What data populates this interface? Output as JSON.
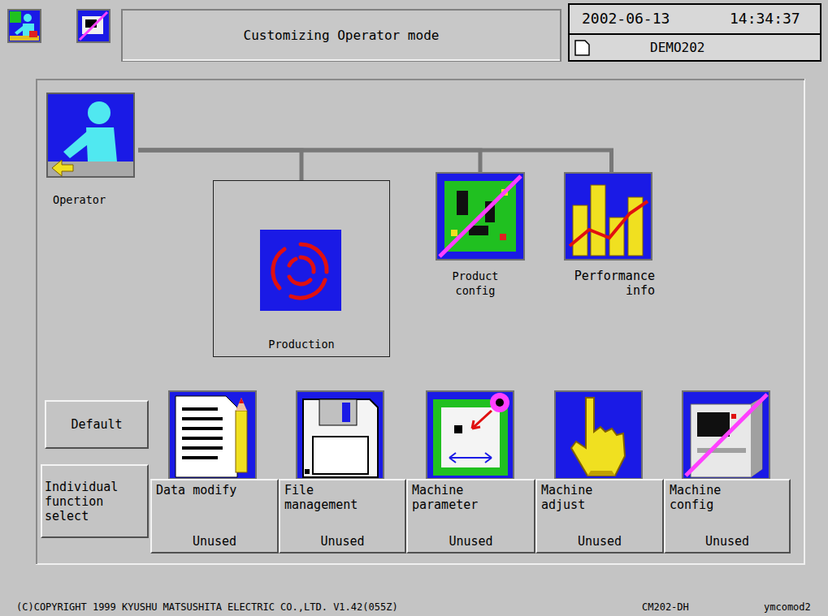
{
  "diagram": {
    "title": "Customizing Operator mode",
    "nodes": [
      {
        "text": [
          "Operator"
        ]
      },
      {
        "text": [
          "Production"
        ]
      },
      {
        "text": [
          "Product config"
        ]
      },
      {
        "text": [
          "Performance info"
        ]
      },
      {
        "text": [
          "Default"
        ]
      },
      {
        "text": [
          "Individual function select"
        ]
      },
      {
        "text": [
          "Data modify",
          "Unused"
        ]
      },
      {
        "text": [
          "File management",
          "Unused"
        ]
      },
      {
        "text": [
          "Machine parameter",
          "Unused"
        ]
      },
      {
        "text": [
          "Machine adjust",
          "Unused"
        ]
      },
      {
        "text": [
          "Machine config",
          "Unused"
        ]
      }
    ],
    "edges": [
      {
        "from": 0,
        "to": 1,
        "arrow": "none"
      },
      {
        "from": 0,
        "to": 2,
        "arrow": "none"
      },
      {
        "from": 0,
        "to": 3,
        "arrow": "none"
      }
    ],
    "labels": [
      "2002-06-13",
      "14:34:37",
      "DEMO202",
      "(C)COPYRIGHT 1999 KYUSHU MATSUSHITA ELECTRIC CO.,LTD. V1.42(055Z)",
      "CM202-DH",
      "ymcomod2"
    ]
  }
}
